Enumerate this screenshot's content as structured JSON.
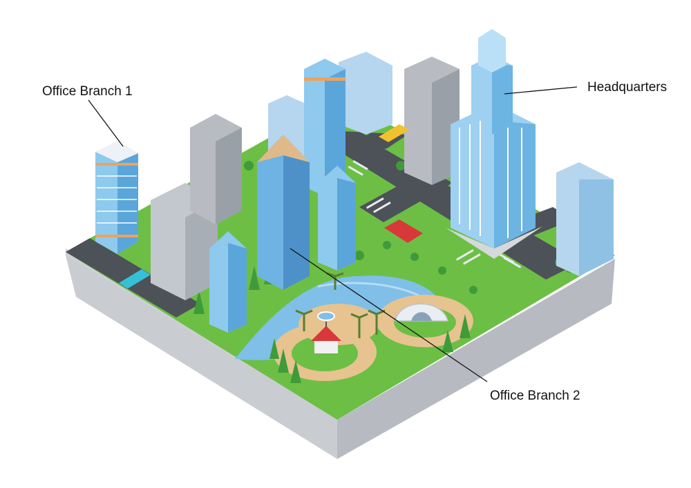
{
  "labels": {
    "office_branch_1": "Office Branch 1",
    "headquarters": "Headquarters",
    "office_branch_2": "Office Branch 2"
  },
  "colors": {
    "ground_top": "#6cbf44",
    "ground_side_left": "#cdd0d4",
    "ground_side_right": "#b7bbc1",
    "road": "#4d5158",
    "sidewalk": "#d6d8db",
    "water": "#7fbfe8",
    "plaza": "#e7c390",
    "glass_blue": "#8ec9ee",
    "glass_dark": "#5aa6db",
    "facade_grey": "#b8bcc2",
    "accent_orange": "#f0a25a",
    "car_yellow": "#f2c12e",
    "car_red": "#d9383a",
    "car_cyan": "#36c0d8",
    "tree": "#3f9b3a",
    "leader_line": "#111111"
  }
}
